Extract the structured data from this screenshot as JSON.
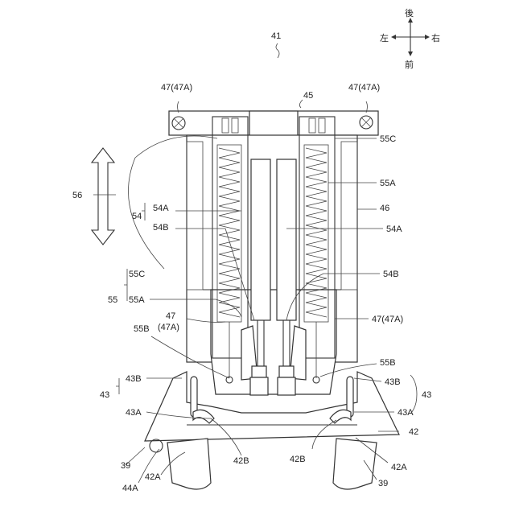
{
  "compass": {
    "back": "後",
    "front": "前",
    "left": "左",
    "right": "右"
  },
  "labels": {
    "fig_ref": "41",
    "ref_45": "45",
    "ref_47_left": "47(47A)",
    "ref_47_right": "47(47A)",
    "ref_55c_right": "55C",
    "ref_55a_right": "55A",
    "ref_46": "46",
    "ref_54a_right": "54A",
    "ref_54b_right": "54B",
    "ref_47_mid_right": "47(47A)",
    "ref_55b_right": "55B",
    "ref_43b_right": "43B",
    "ref_43_right": "43",
    "ref_43a_right": "43A",
    "ref_42_right": "42",
    "ref_42a_right": "42A",
    "ref_39_right": "39",
    "ref_42b_right": "42B",
    "ref_56": "56",
    "ref_54": "54",
    "ref_54a_left": "54A",
    "ref_54b_left": "54B",
    "ref_55c_left": "55C",
    "ref_55": "55",
    "ref_55a_left": "55A",
    "ref_47_mid_left_a": "47",
    "ref_47_mid_left_b": "(47A)",
    "ref_55b_left": "55B",
    "ref_43": "43",
    "ref_43b_left": "43B",
    "ref_43a_left": "43A",
    "ref_42b_left": "42B",
    "ref_39_left": "39",
    "ref_44a": "44A",
    "ref_42a_left": "42A"
  }
}
